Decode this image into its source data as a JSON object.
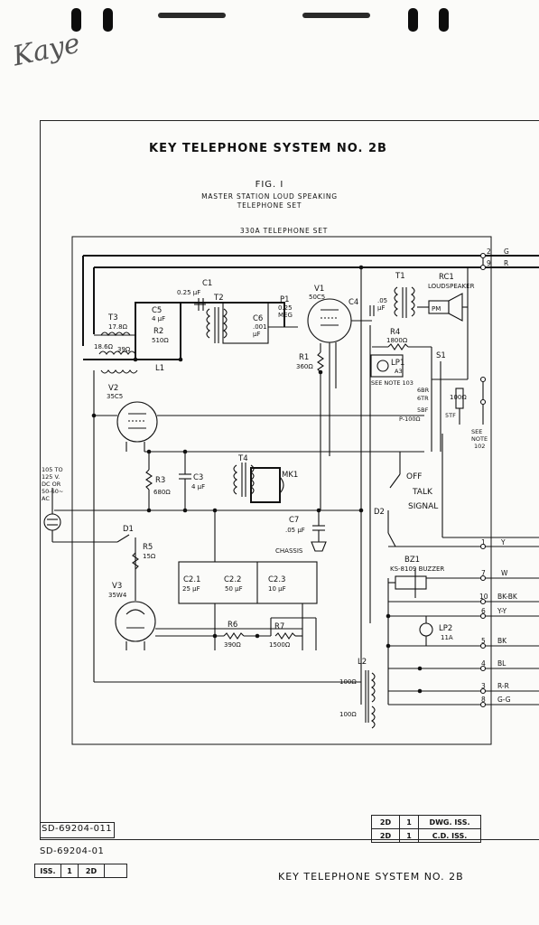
{
  "handwritten_note": "Kaye",
  "title": "KEY TELEPHONE SYSTEM NO. 2B",
  "figure": {
    "number": "FIG. I",
    "caption_line1": "MASTER STATION LOUD SPEAKING",
    "caption_line2": "TELEPHONE SET",
    "set_label": "330A TELEPHONE SET"
  },
  "components": {
    "t3": [
      "T3",
      "17.8Ω"
    ],
    "c5": [
      "C5",
      "4 µF"
    ],
    "r2": [
      "R2",
      "510Ω"
    ],
    "c1": [
      "C1",
      "0.25 µF"
    ],
    "t2": "T2",
    "c6": [
      "C6",
      ".001",
      "µF"
    ],
    "p1": [
      "P1",
      "0.25",
      "MEG"
    ],
    "v1": [
      "V1",
      "50C5"
    ],
    "c4": [
      "C4",
      ".05",
      "µF"
    ],
    "t1": "T1",
    "rc1": [
      "RC1",
      "LOUDSPEAKER"
    ],
    "r1": [
      "R1",
      "360Ω"
    ],
    "r4": [
      "R4",
      "1800Ω"
    ],
    "lp1": [
      "LP1",
      "A3"
    ],
    "s1": "S1",
    "see_note_103": "SEE NOTE 103",
    "p100": "P-100Ω",
    "resistor_100": "100Ω",
    "see_note_102": [
      "SEE",
      "NOTE",
      "102"
    ],
    "l1": [
      "L1",
      "18.6Ω",
      "39Ω"
    ],
    "v2": [
      "V2",
      "35C5"
    ],
    "r3": [
      "R3",
      "680Ω"
    ],
    "c3": [
      "C3",
      "4 µF"
    ],
    "t4": "T4",
    "mk1": "MK1",
    "c7": [
      "C7",
      ".05 µF"
    ],
    "chassis": "CHASSIS",
    "switch": [
      "OFF",
      "TALK",
      "SIGNAL"
    ],
    "d2": "D2",
    "supply": [
      "105 TO",
      "125 V.",
      "DC OR",
      "50-60~",
      "AC"
    ],
    "d1": "D1",
    "r5": [
      "R5",
      "15Ω"
    ],
    "v3": [
      "V3",
      "35W4"
    ],
    "c21": [
      "C2.1",
      "25 µF"
    ],
    "c22": [
      "C2.2",
      "50 µF"
    ],
    "c23": [
      "C2.3",
      "10 µF"
    ],
    "r6": [
      "R6",
      "390Ω"
    ],
    "r7": [
      "R7",
      "1500Ω"
    ],
    "bz1": [
      "BZ1",
      "KS-8109 BUZZER"
    ],
    "lp2": [
      "LP2",
      "11A"
    ],
    "l2": [
      "L2",
      "100Ω",
      "100Ω"
    ],
    "pm": "PM"
  },
  "wire_labels": [
    {
      "num": "2",
      "color": "G"
    },
    {
      "num": "9",
      "color": "R"
    },
    {
      "num": "1",
      "color": "Y"
    },
    {
      "num": "7",
      "color": "W"
    },
    {
      "num": "10",
      "color": "BK-BK"
    },
    {
      "num": "6",
      "color": "Y-Y"
    },
    {
      "num": "5",
      "color": "BK"
    },
    {
      "num": "4",
      "color": "BL"
    },
    {
      "num": "3",
      "color": "R-R"
    },
    {
      "num": "8",
      "color": "G-G"
    }
  ],
  "terminal_labels": [
    "6BR",
    "6TR",
    "5BF",
    "5TF"
  ],
  "drawing_number": "SD-69204-011",
  "drawing_number_2": "SD-69204-01",
  "issue_table": [
    [
      "2D",
      "1",
      "DWG. ISS."
    ],
    [
      "2D",
      "1",
      "C.D. ISS."
    ]
  ],
  "iss_box": [
    "ISS.",
    "1",
    "2D"
  ],
  "footer_title": "KEY TELEPHONE SYSTEM NO. 2B"
}
